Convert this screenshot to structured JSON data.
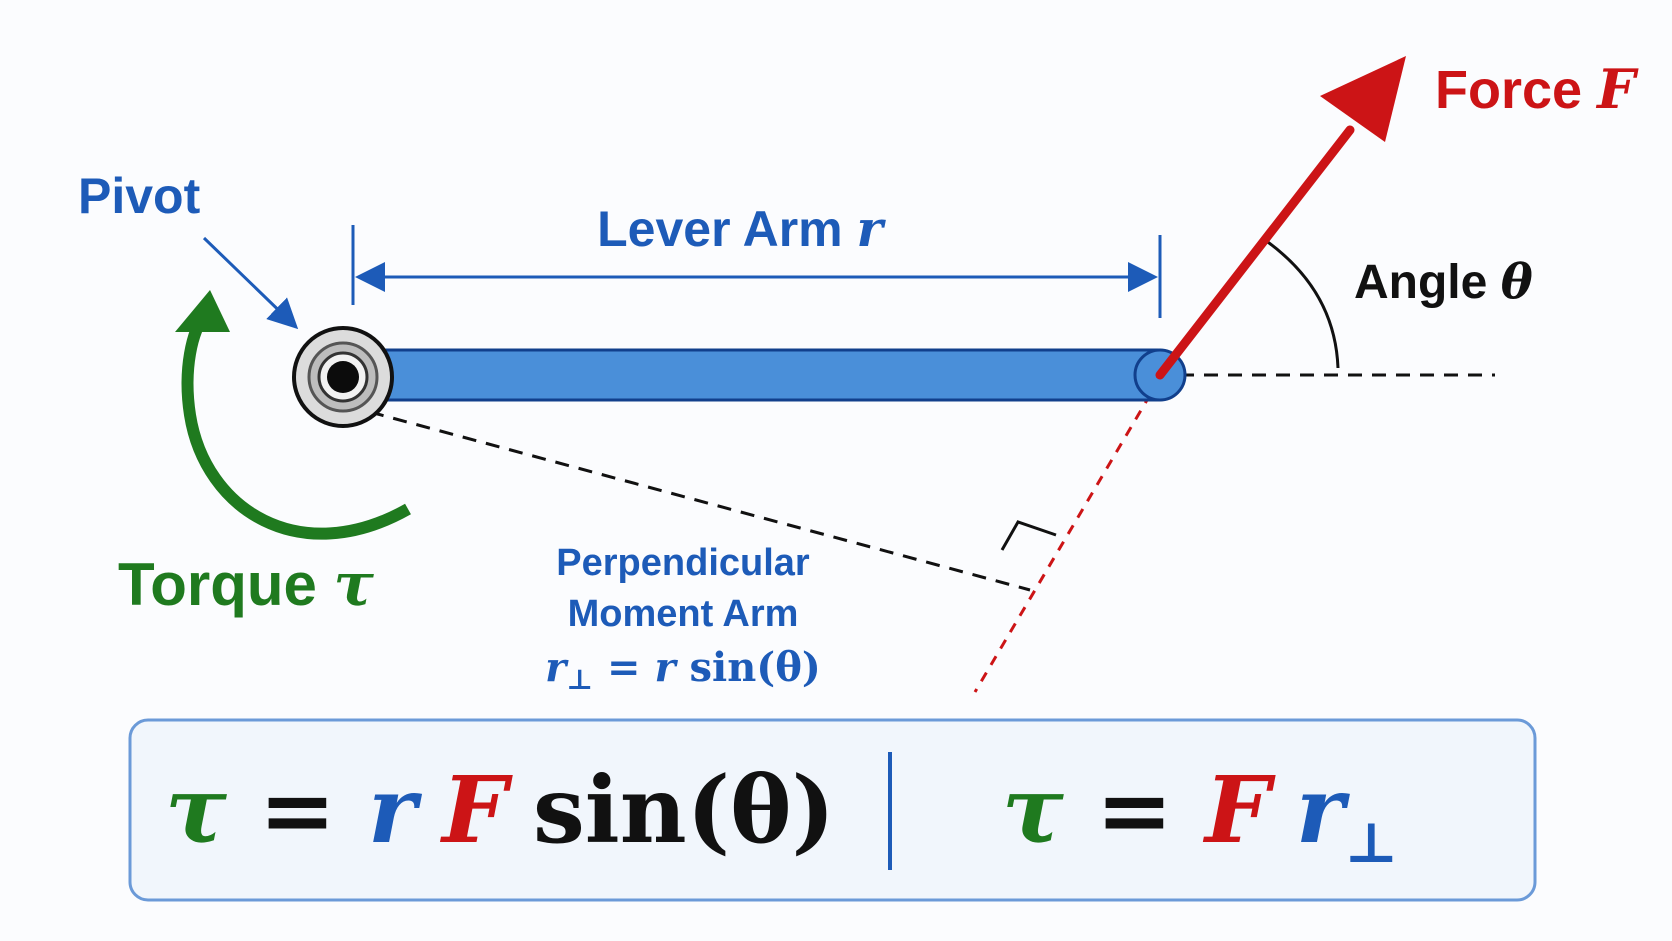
{
  "labels": {
    "pivot": "Pivot",
    "lever_arm": "Lever Arm",
    "lever_arm_symbol": "r",
    "force": "Force",
    "force_symbol": "F",
    "angle": "Angle",
    "angle_symbol": "θ",
    "torque": "Torque",
    "torque_symbol": "τ",
    "perp_line1": "Perpendicular",
    "perp_line2": "Moment Arm",
    "perp_formula_lhs": "r",
    "perp_formula_sub": "⊥",
    "perp_formula_eq": " = ",
    "perp_formula_r": "r",
    "perp_formula_rhs": " sin(θ)"
  },
  "formulas": {
    "left": {
      "tau": "τ",
      "eq": " = ",
      "r": "r",
      "F": "F",
      "sin": "sin(θ)"
    },
    "right": {
      "tau": "τ",
      "eq": " = ",
      "F": "F",
      "r": "r",
      "sub": "⊥"
    }
  },
  "colors": {
    "blue": "#1d5bb8",
    "bar": "#4a8fd9",
    "red": "#cc1416",
    "green": "#1f7a1f",
    "black": "#111111",
    "panel_border": "#6b9ad8",
    "panel_fill": "#f1f6fc"
  }
}
